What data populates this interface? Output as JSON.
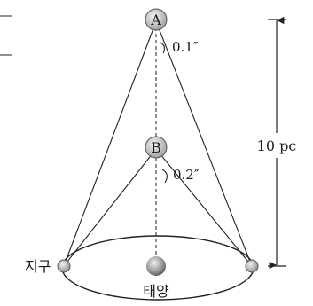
{
  "diagram": {
    "star_a_label": "A",
    "star_b_label": "B",
    "angle_a": "0.1″",
    "angle_b": "0.2″",
    "distance": "10 pc",
    "earth_label": "지구",
    "sun_label": "태양"
  },
  "colors": {
    "line": "#222222",
    "star_fill": "#c8c8c8",
    "sun_fill": "#9a9a9a"
  }
}
